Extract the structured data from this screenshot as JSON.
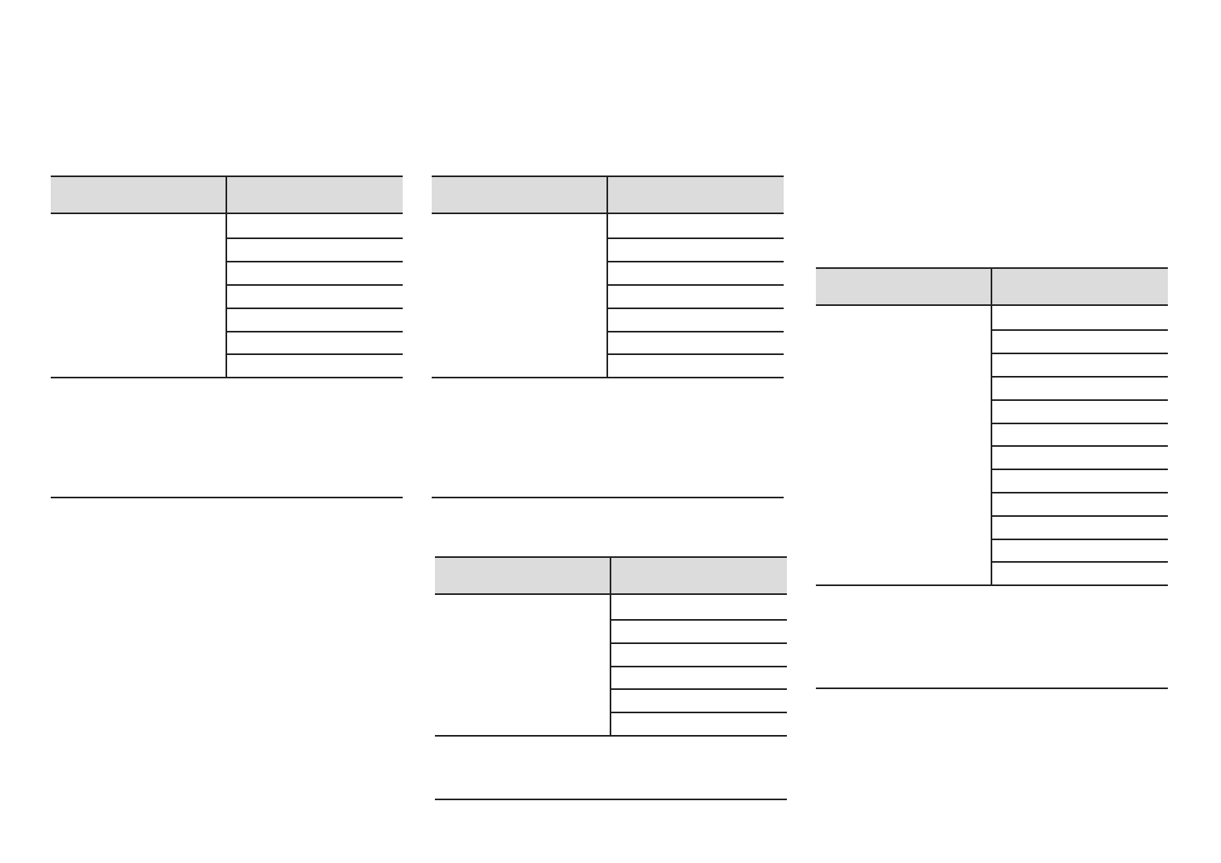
{
  "colors": {
    "header_fill": "#dcdcdc",
    "rule": "#222222",
    "background": "#ffffff"
  },
  "tables": [
    {
      "id": "table-1",
      "header": {
        "left": "",
        "right": ""
      },
      "group": {
        "label": "",
        "rows": [
          "",
          "",
          "",
          "",
          "",
          "",
          ""
        ]
      },
      "footer": {
        "label": ""
      }
    },
    {
      "id": "table-2",
      "header": {
        "left": "",
        "right": ""
      },
      "group": {
        "label": "",
        "rows": [
          "",
          "",
          "",
          "",
          "",
          "",
          ""
        ]
      },
      "footer": {
        "label": ""
      }
    },
    {
      "id": "table-3",
      "header": {
        "left": "",
        "right": ""
      },
      "group": {
        "label": "",
        "rows": [
          "",
          "",
          "",
          "",
          "",
          ""
        ]
      },
      "footer": {
        "label": ""
      }
    },
    {
      "id": "table-4",
      "header": {
        "left": "",
        "right": ""
      },
      "group": {
        "label": "",
        "rows": [
          "",
          "",
          "",
          "",
          "",
          "",
          "",
          "",
          "",
          "",
          "",
          ""
        ]
      },
      "footer": {
        "label": ""
      }
    }
  ]
}
